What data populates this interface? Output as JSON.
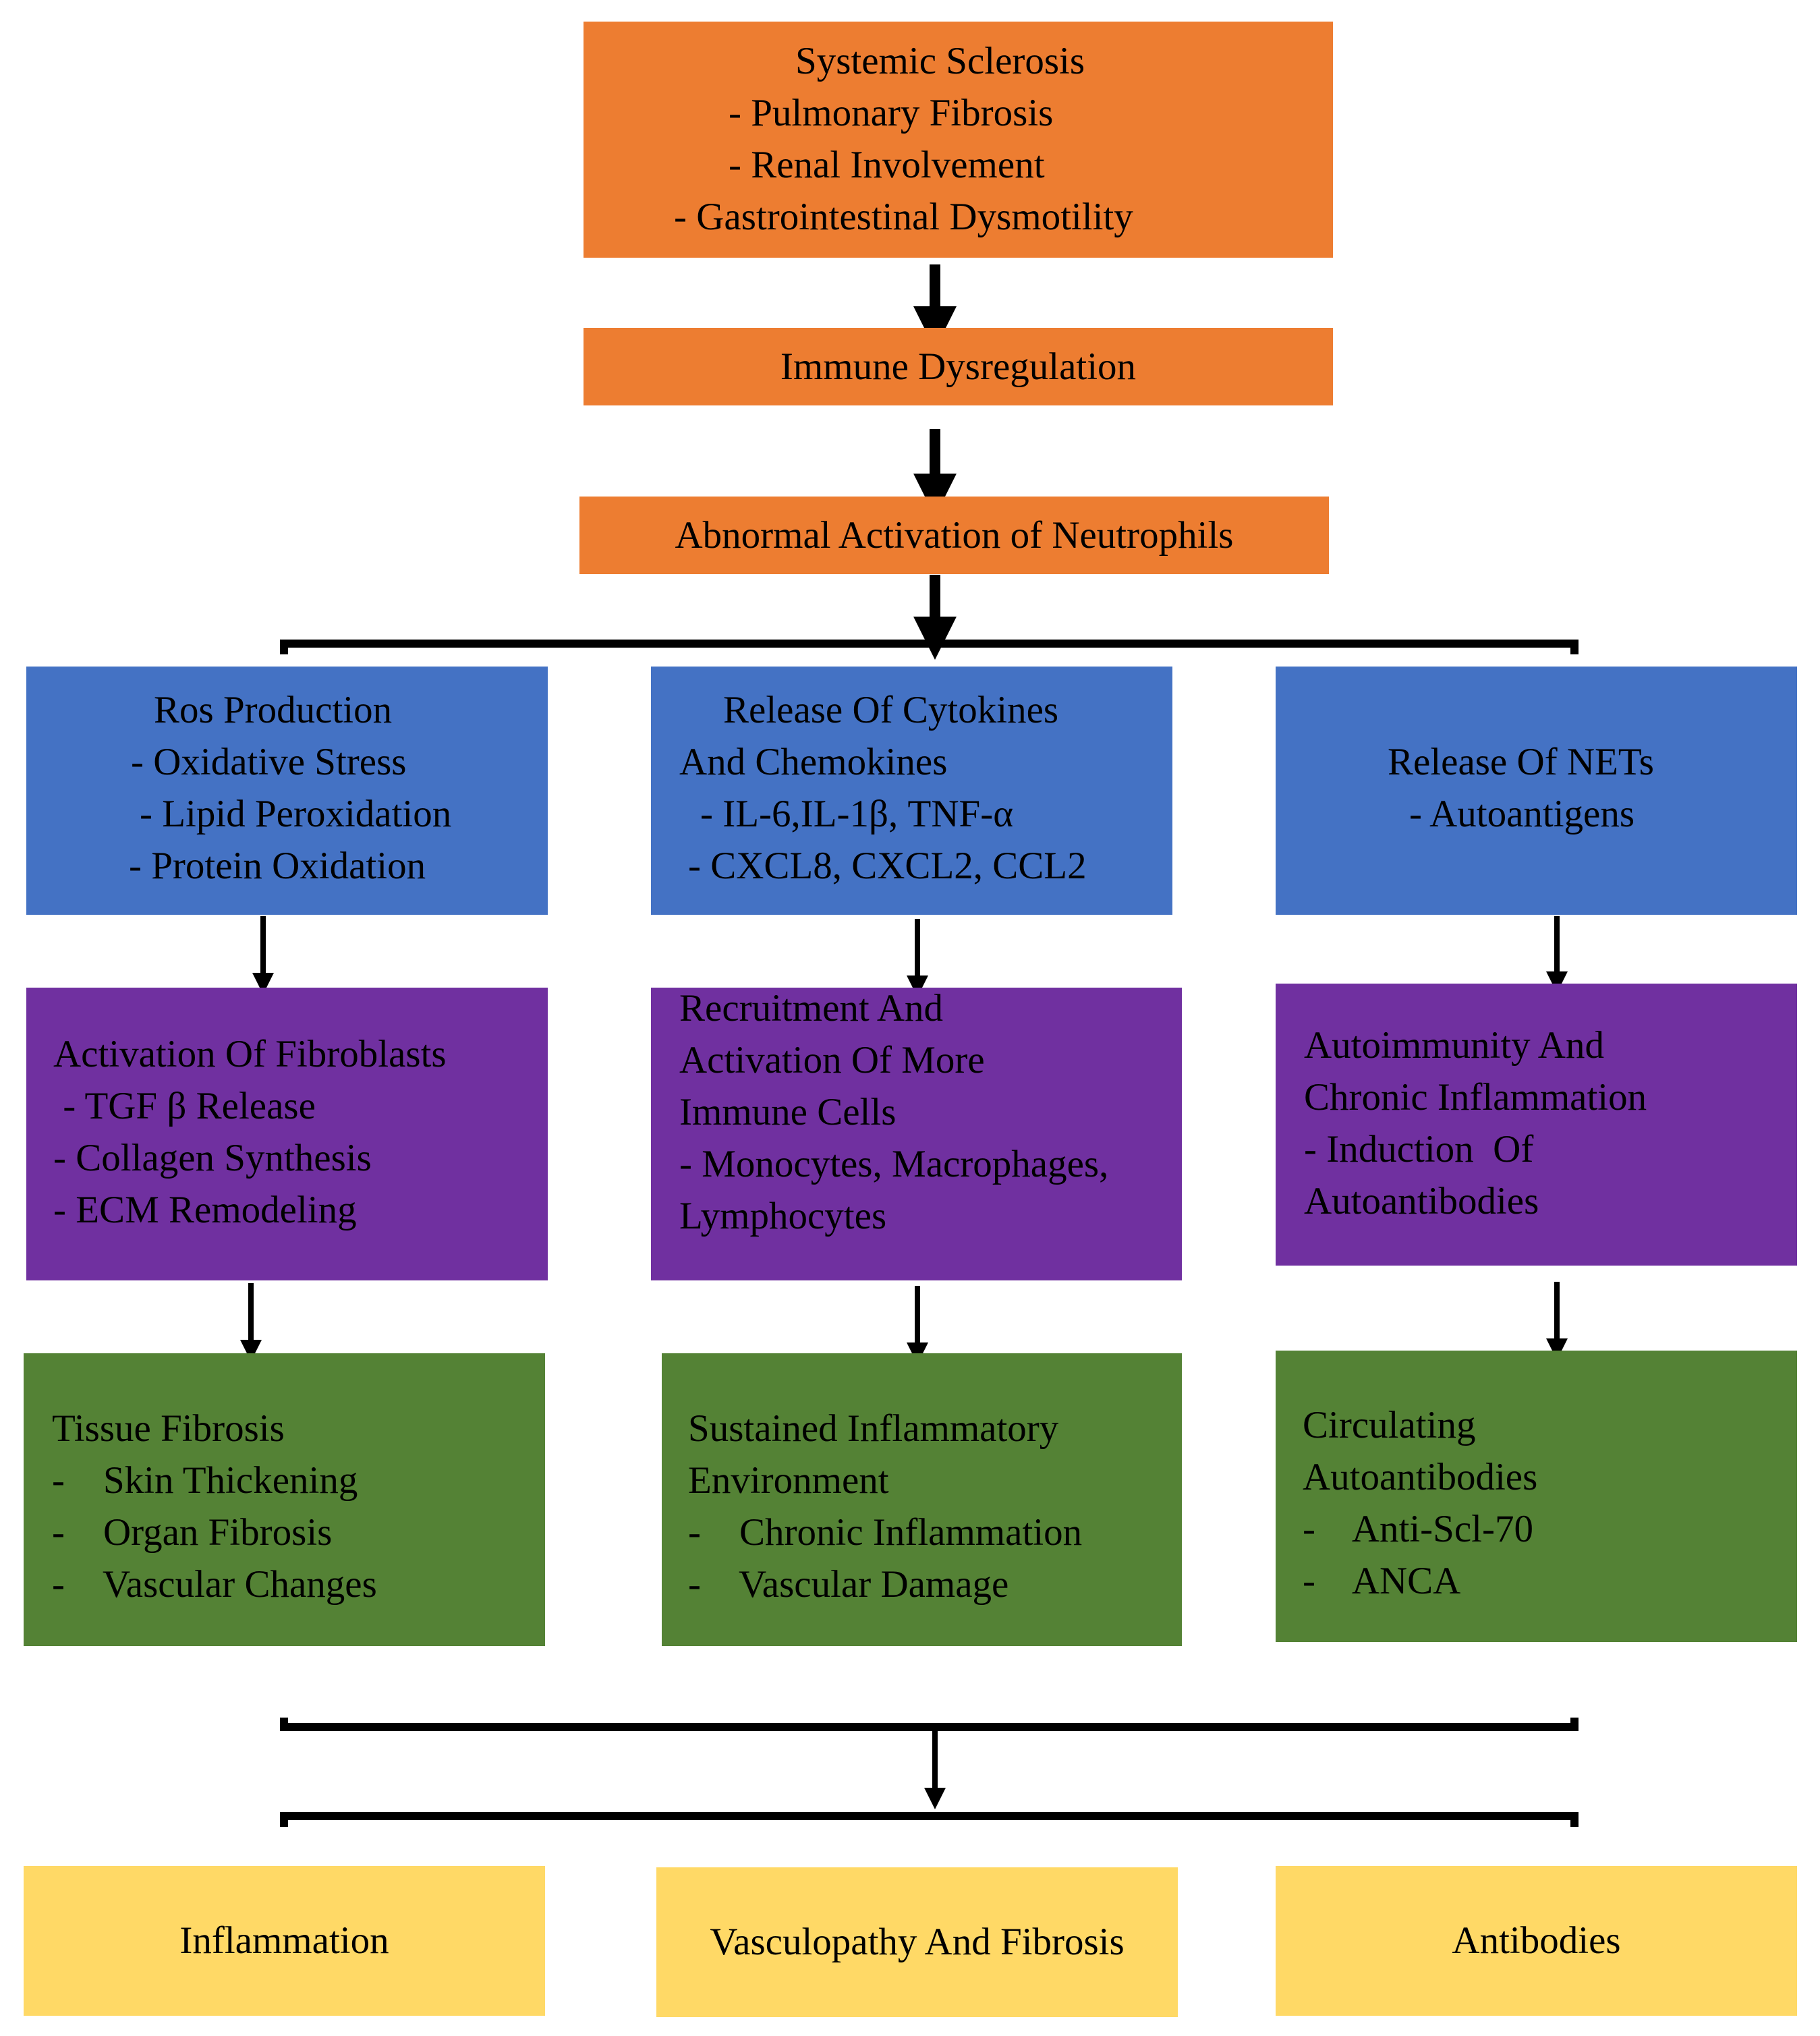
{
  "top": {
    "systemic": {
      "title": "Systemic Sclerosis",
      "items": [
        "- Pulmonary Fibrosis",
        "- Renal Involvement",
        "- Gastrointestinal Dysmotility"
      ]
    },
    "immune": "Immune Dysregulation",
    "neutrophils": "Abnormal Activation of Neutrophils"
  },
  "columns": {
    "ros": {
      "title": "Ros Production",
      "items": [
        "- Oxidative Stress",
        "- Lipid Peroxidation",
        "- Protein Oxidation"
      ]
    },
    "cytokines": {
      "lines": [
        "Release Of Cytokines",
        "And Chemokines",
        "- IL-6,IL-1β, TNF-α",
        "- CXCL8, CXCL2, CCL2"
      ]
    },
    "nets": {
      "title": "Release Of NETs",
      "items": [
        "- Autoantigens"
      ]
    },
    "fibroblasts": {
      "lines": [
        "Activation Of Fibroblasts",
        " - TGF β Release",
        "- Collagen Synthesis",
        "- ECM Remodeling"
      ]
    },
    "recruitment": {
      "lines": [
        "Recruitment And",
        "Activation Of More",
        "Immune Cells",
        "- Monocytes, Macrophages,",
        "Lymphocytes"
      ]
    },
    "autoimmunity": {
      "lines": [
        "Autoimmunity And",
        "Chronic Inflammation",
        "- Induction  Of",
        "Autoantibodies"
      ]
    },
    "tissue": {
      "title": "Tissue Fibrosis",
      "items": [
        "-    Skin Thickening",
        "-    Organ Fibrosis",
        "-    Vascular Changes"
      ]
    },
    "sustained": {
      "title_lines": [
        "Sustained Inflammatory",
        "Environment"
      ],
      "items": [
        "-    Chronic Inflammation",
        "-    Vascular Damage"
      ]
    },
    "circulating": {
      "title_lines": [
        "Circulating",
        "Autoantibodies"
      ],
      "items": [
        "-    Anti-Scl-70",
        "-    ANCA"
      ]
    }
  },
  "outcomes": [
    "Inflammation",
    "Vasculopathy And Fibrosis",
    "Antibodies"
  ],
  "colors": {
    "orange": "#ED7D31",
    "blue": "#4472C4",
    "purple": "#7030A0",
    "green": "#548235",
    "yellow": "#FFD966"
  }
}
